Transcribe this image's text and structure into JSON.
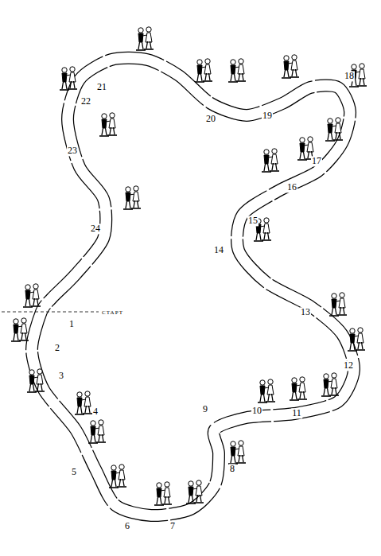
{
  "diagram": {
    "labels": [
      "СТАРТ",
      "1",
      "2",
      "3",
      "4",
      "5",
      "6",
      "7",
      "8",
      "9",
      "10",
      "11",
      "12",
      "13",
      "14",
      "15",
      "16",
      "17",
      "18",
      "19",
      "20",
      "21",
      "22",
      "23",
      "24"
    ]
  }
}
